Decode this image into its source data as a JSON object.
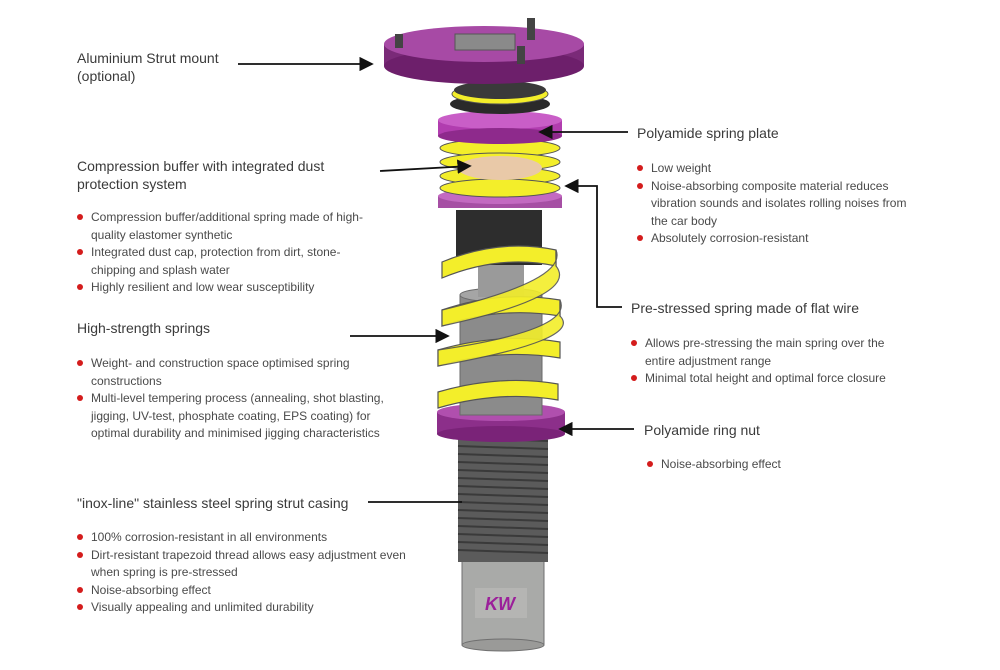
{
  "colors": {
    "accent": "#9b1f9a",
    "spring": "#f3ee2a",
    "bullet": "#d41c1c",
    "casing": "#5b5b5b"
  },
  "callouts": {
    "strut_mount": {
      "title": "Aluminium Strut mount\n(optional)",
      "bullets": []
    },
    "spring_plate": {
      "title": "Polyamide spring plate",
      "bullets": [
        "Low weight",
        "Noise-absorbing composite material reduces vibration sounds and isolates rolling noises from the  car body",
        "Absolutely corrosion-resistant"
      ]
    },
    "compression_buffer": {
      "title": "Compression buffer with integrated dust\nprotection system",
      "bullets": [
        "Compression buffer/additional spring made of high-quality elastomer synthetic",
        "Integrated dust cap, protection from dirt, stone-chipping and splash water",
        "Highly resilient and low wear susceptibility"
      ]
    },
    "flat_wire_spring": {
      "title": "Pre-stressed spring made of flat wire",
      "bullets": [
        "Allows pre-stressing the main spring over the entire adjustment range",
        "Minimal total height and optimal force closure"
      ]
    },
    "high_strength_springs": {
      "title": "High-strength springs",
      "bullets": [
        "Weight- and construction space optimised spring constructions",
        "Multi-level tempering process (annealing, shot blasting, jigging, UV-test, phosphate coating, EPS coating) for optimal durability and minimised jigging characteristics"
      ]
    },
    "ring_nut": {
      "title": "Polyamide ring nut",
      "bullets": [
        "Noise-absorbing effect"
      ]
    },
    "inox_casing": {
      "title": "\"inox-line\" stainless steel spring strut casing",
      "bullets": [
        "100% corrosion-resistant in all environments",
        "Dirt-resistant trapezoid thread allows easy adjustment even when spring is pre-stressed",
        "Noise-absorbing effect",
        "Visually appealing and unlimited durability"
      ]
    }
  },
  "logo_text": "KW"
}
